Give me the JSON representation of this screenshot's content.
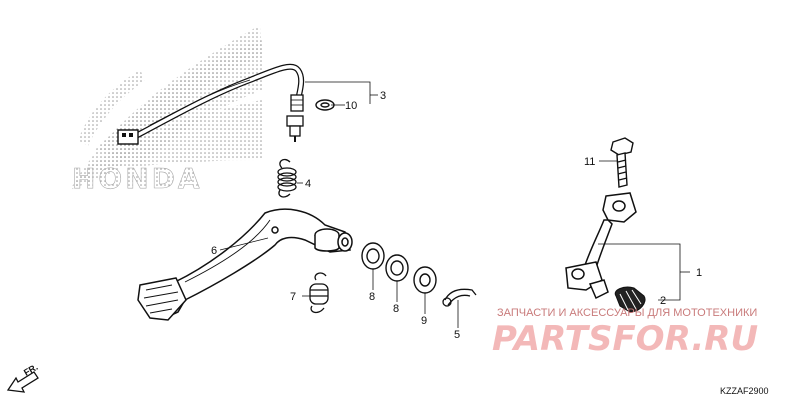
{
  "brand": {
    "logo_text": "HONDA"
  },
  "callouts": [
    {
      "id": "1",
      "label": "1"
    },
    {
      "id": "2",
      "label": "2"
    },
    {
      "id": "3",
      "label": "3"
    },
    {
      "id": "4",
      "label": "4"
    },
    {
      "id": "5",
      "label": "5"
    },
    {
      "id": "6",
      "label": "6"
    },
    {
      "id": "7",
      "label": "7"
    },
    {
      "id": "8a",
      "label": "8"
    },
    {
      "id": "8b",
      "label": "8"
    },
    {
      "id": "9",
      "label": "9"
    },
    {
      "id": "10",
      "label": "10"
    },
    {
      "id": "11",
      "label": "11"
    }
  ],
  "watermark": {
    "tagline": "ЗАПЧАСТИ И АКСЕССУАРЫ ДЛЯ МОТОТЕХНИКИ",
    "logo": "PARTSFOR.RU"
  },
  "diagram_code": "KZZAF2900",
  "direction_label": "FR.",
  "colors": {
    "line": "#111111",
    "watermark": "#f3b8b8",
    "watermark_text": "#c97b7b"
  }
}
